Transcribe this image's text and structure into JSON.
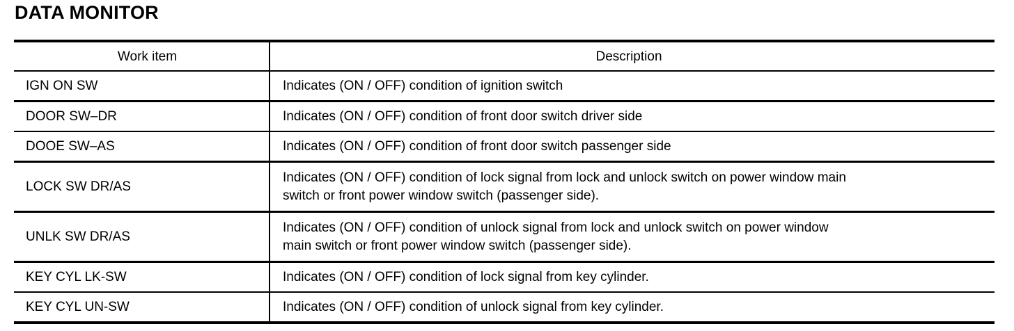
{
  "title": "DATA MONITOR",
  "table": {
    "columns": [
      {
        "key": "work_item",
        "label": "Work item"
      },
      {
        "key": "description",
        "label": "Description"
      }
    ],
    "rows": [
      {
        "work_item": "IGN ON SW",
        "description_lines": [
          "Indicates (ON / OFF) condition of ignition switch"
        ]
      },
      {
        "work_item": "DOOR SW–DR",
        "description_lines": [
          "Indicates (ON / OFF) condition of front door switch driver side"
        ]
      },
      {
        "work_item": "DOOE SW–AS",
        "description_lines": [
          "Indicates (ON / OFF) condition of front door switch passenger side"
        ]
      },
      {
        "work_item": "LOCK SW DR/AS",
        "description_lines": [
          "Indicates (ON / OFF) condition of lock signal from lock and unlock switch on power window main",
          "switch or front power window switch (passenger side)."
        ]
      },
      {
        "work_item": "UNLK SW DR/AS",
        "description_lines": [
          "Indicates (ON / OFF) condition of unlock signal from lock and unlock switch on power window",
          "main switch or front power window switch (passenger side)."
        ]
      },
      {
        "work_item": "KEY CYL LK-SW",
        "description_lines": [
          "Indicates (ON / OFF) condition of lock signal from key cylinder."
        ]
      },
      {
        "work_item": "KEY CYL UN-SW",
        "description_lines": [
          "Indicates (ON / OFF) condition of unlock signal from key cylinder."
        ]
      }
    ]
  },
  "colors": {
    "text": "#000000",
    "background": "#ffffff",
    "rule": "#000000"
  }
}
